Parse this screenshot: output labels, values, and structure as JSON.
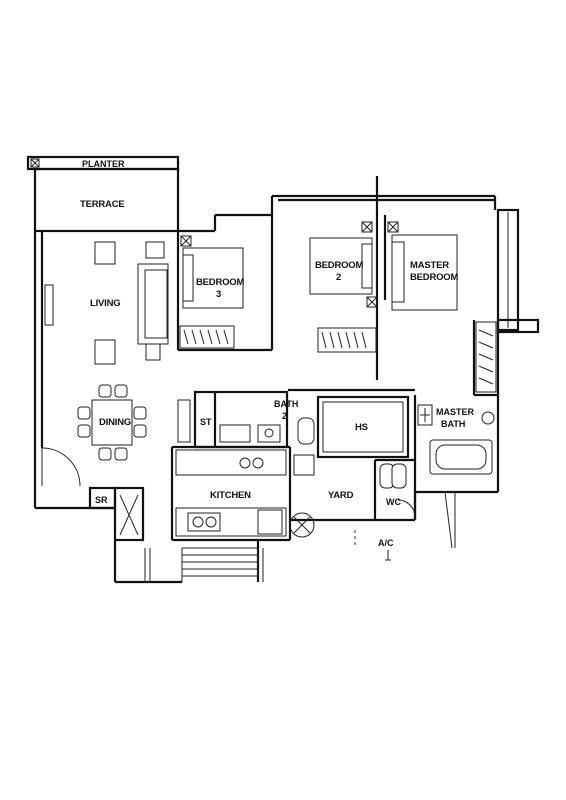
{
  "labels": {
    "planter": "PLANTER",
    "terrace": "TERRACE",
    "living": "LIVING",
    "dining": "DINING",
    "bedroom3": [
      "BEDROOM",
      "3"
    ],
    "bedroom2": [
      "BEDROOM",
      "2"
    ],
    "master_bedroom": [
      "MASTER",
      "BEDROOM"
    ],
    "st": "ST",
    "bath2": [
      "BATH",
      "2"
    ],
    "hs": "HS",
    "master_bath": [
      "MASTER",
      "BATH"
    ],
    "kitchen": "KITCHEN",
    "yard": "YARD",
    "wc": "WC",
    "sr": "SR",
    "ac": "A/C"
  }
}
